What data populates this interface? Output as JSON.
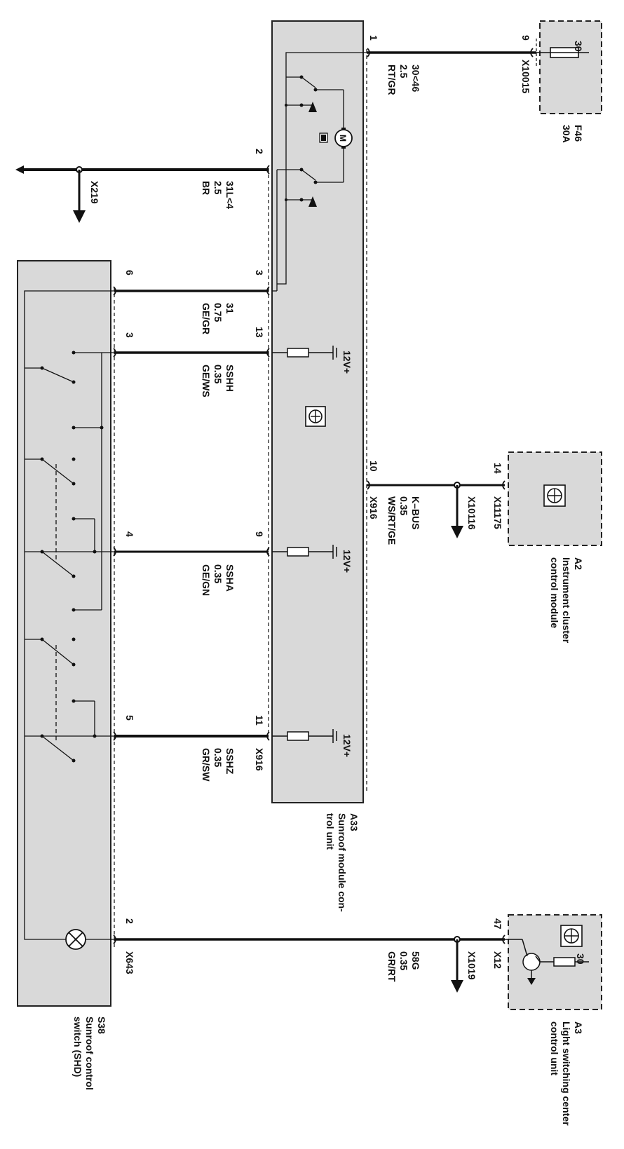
{
  "components": {
    "f46": {
      "id": "F46",
      "rating": "30A",
      "terminal": "30",
      "pin": "9",
      "connector": "X10015"
    },
    "a2": {
      "id": "A2",
      "name_line1": "Instrument cluster",
      "name_line2": "control module",
      "pin": "14",
      "connector": "X11175"
    },
    "a3": {
      "id": "A3",
      "name_line1": "Light switching center",
      "name_line2": "control unit",
      "pin": "47",
      "connector": "X12",
      "terminal": "30"
    },
    "a33": {
      "id": "A33",
      "name_line1": "Sunroof module con-",
      "name_line2": "trol unit",
      "connector": "X916",
      "supply": "12V+",
      "motor": "M"
    },
    "s38": {
      "id": "S38",
      "name_line1": "Sunroof control",
      "name_line2": "switch (SHD)",
      "connector": "X643"
    }
  },
  "connectors": {
    "x219": "X219",
    "x10116": "X10116",
    "x916": "X916",
    "x1019": "X1019"
  },
  "wires": [
    {
      "signal": "30<46",
      "gauge": "2.5",
      "color": "RT/GR",
      "pin_a33": "1"
    },
    {
      "signal": "31L<4",
      "gauge": "2.5",
      "color": "BR",
      "pin_a33": "2"
    },
    {
      "signal": "31",
      "gauge": "0.75",
      "color": "GE/GR",
      "pin_a33": "3",
      "pin_s38": "6"
    },
    {
      "signal": "SSHH",
      "gauge": "0.35",
      "color": "GE/WS",
      "pin_a33": "13",
      "pin_s38": "3"
    },
    {
      "signal": "SSHA",
      "gauge": "0.35",
      "color": "GE/GN",
      "pin_a33": "9",
      "pin_s38": "4"
    },
    {
      "signal": "SSHZ",
      "gauge": "0.35",
      "color": "GR/SW",
      "pin_a33": "11",
      "pin_s38": "5"
    },
    {
      "signal": "K–BUS",
      "gauge": "0.35",
      "color": "WS/RT/GE",
      "pin_a33": "10"
    },
    {
      "signal": "58G",
      "gauge": "0.35",
      "color": "GR/RT",
      "pin_s38": "2"
    }
  ]
}
